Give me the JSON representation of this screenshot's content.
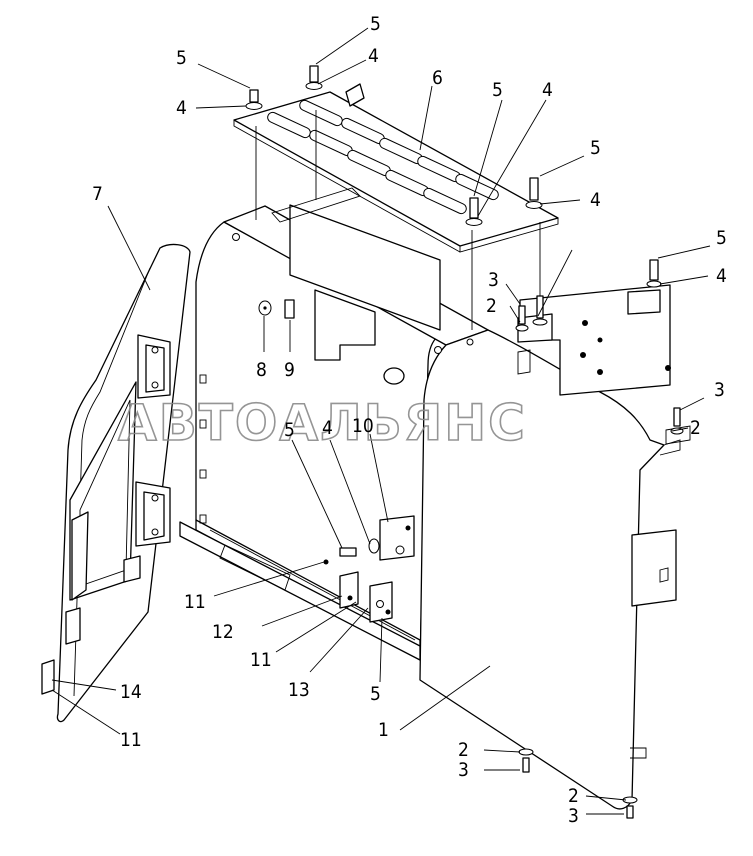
{
  "watermark": "АВТОАЛЬЯНС",
  "callouts": [
    {
      "id": "c1",
      "text": "1"
    },
    {
      "id": "c2a",
      "text": "2"
    },
    {
      "id": "c2b",
      "text": "2"
    },
    {
      "id": "c2c",
      "text": "2"
    },
    {
      "id": "c2d",
      "text": "2"
    },
    {
      "id": "c3a",
      "text": "3"
    },
    {
      "id": "c3b",
      "text": "3"
    },
    {
      "id": "c3c",
      "text": "3"
    },
    {
      "id": "c3d",
      "text": "3"
    },
    {
      "id": "c4a",
      "text": "4"
    },
    {
      "id": "c4b",
      "text": "4"
    },
    {
      "id": "c4c",
      "text": "4"
    },
    {
      "id": "c4d",
      "text": "4"
    },
    {
      "id": "c4e",
      "text": "4"
    },
    {
      "id": "c4f",
      "text": "4"
    },
    {
      "id": "c5a",
      "text": "5"
    },
    {
      "id": "c5b",
      "text": "5"
    },
    {
      "id": "c5c",
      "text": "5"
    },
    {
      "id": "c5d",
      "text": "5"
    },
    {
      "id": "c5e",
      "text": "5"
    },
    {
      "id": "c5f",
      "text": "5"
    },
    {
      "id": "c5g",
      "text": "5"
    },
    {
      "id": "c6",
      "text": "6"
    },
    {
      "id": "c7",
      "text": "7"
    },
    {
      "id": "c8",
      "text": "8"
    },
    {
      "id": "c9",
      "text": "9"
    },
    {
      "id": "c10",
      "text": "10"
    },
    {
      "id": "c11a",
      "text": "11"
    },
    {
      "id": "c11b",
      "text": "11"
    },
    {
      "id": "c11c",
      "text": "11"
    },
    {
      "id": "c12",
      "text": "12"
    },
    {
      "id": "c13",
      "text": "13"
    },
    {
      "id": "c14",
      "text": "14"
    }
  ]
}
